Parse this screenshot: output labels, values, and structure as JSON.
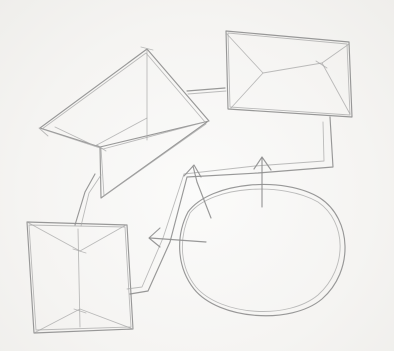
{
  "sketch": {
    "ink_color": "#8d8d8d",
    "paper_color": "#f5f4f2",
    "shapes": [
      "top-left-box",
      "top-right-box",
      "bottom-left-box",
      "circle"
    ],
    "connectors": [
      "top-left-to-top-right",
      "top-right-to-circle",
      "top-left-to-bottom-left",
      "bottom-left-to-circle",
      "circle-inner-arrows"
    ]
  }
}
